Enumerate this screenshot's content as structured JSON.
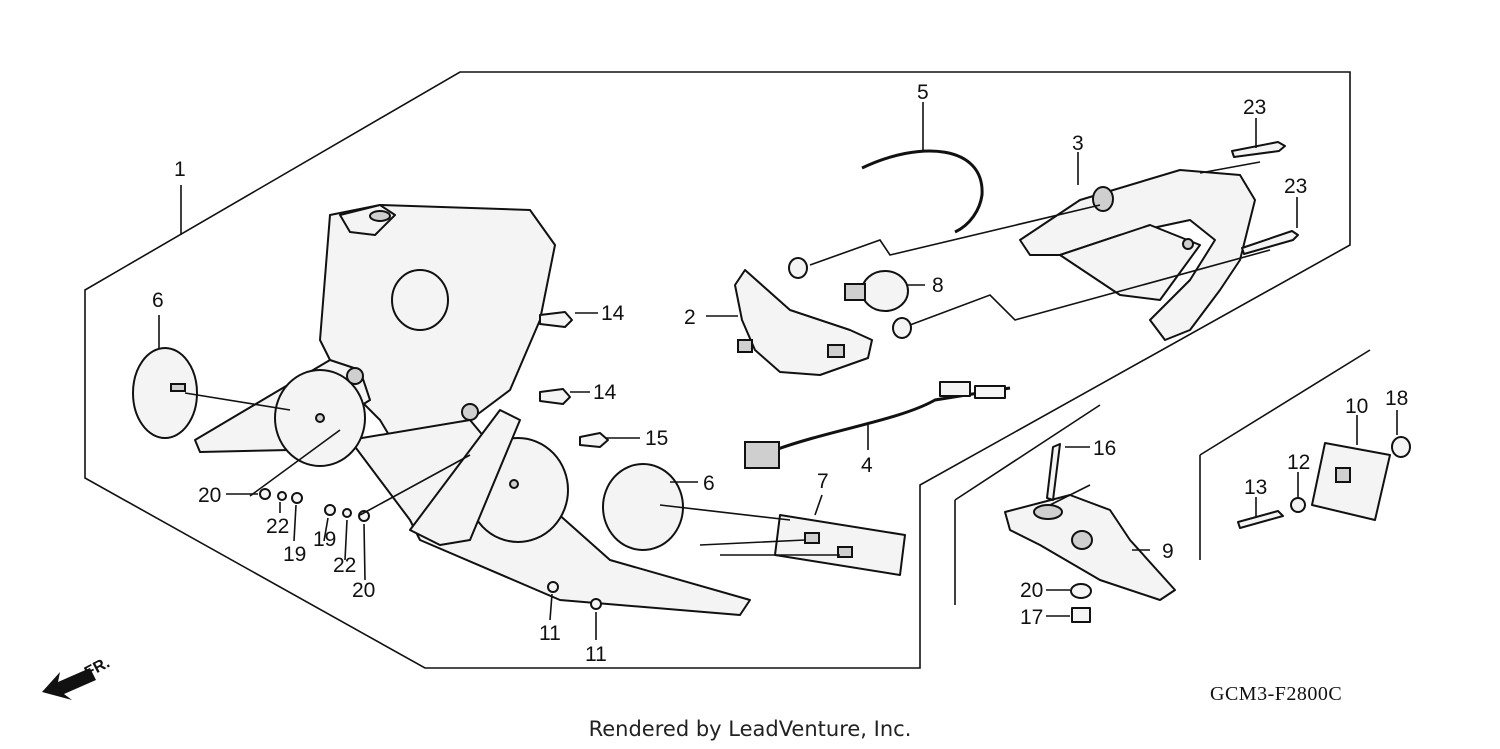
{
  "callouts": {
    "c1": "1",
    "c2": "2",
    "c3": "3",
    "c4": "4",
    "c5": "5",
    "c6a": "6",
    "c6b": "6",
    "c7": "7",
    "c8": "8",
    "c9": "9",
    "c10": "10",
    "c11a": "11",
    "c11b": "11",
    "c12": "12",
    "c13": "13",
    "c14a": "14",
    "c14b": "14",
    "c15": "15",
    "c16": "16",
    "c17": "17",
    "c18": "18",
    "c19a": "19",
    "c19b": "19",
    "c20a": "20",
    "c20b": "20",
    "c20c": "20",
    "c22a": "22",
    "c22b": "22",
    "c23a": "23",
    "c23b": "23"
  },
  "direction_label": "FR.",
  "diagram_code": "GCM3-F2800C",
  "credit": "Rendered by LeadVenture, Inc."
}
